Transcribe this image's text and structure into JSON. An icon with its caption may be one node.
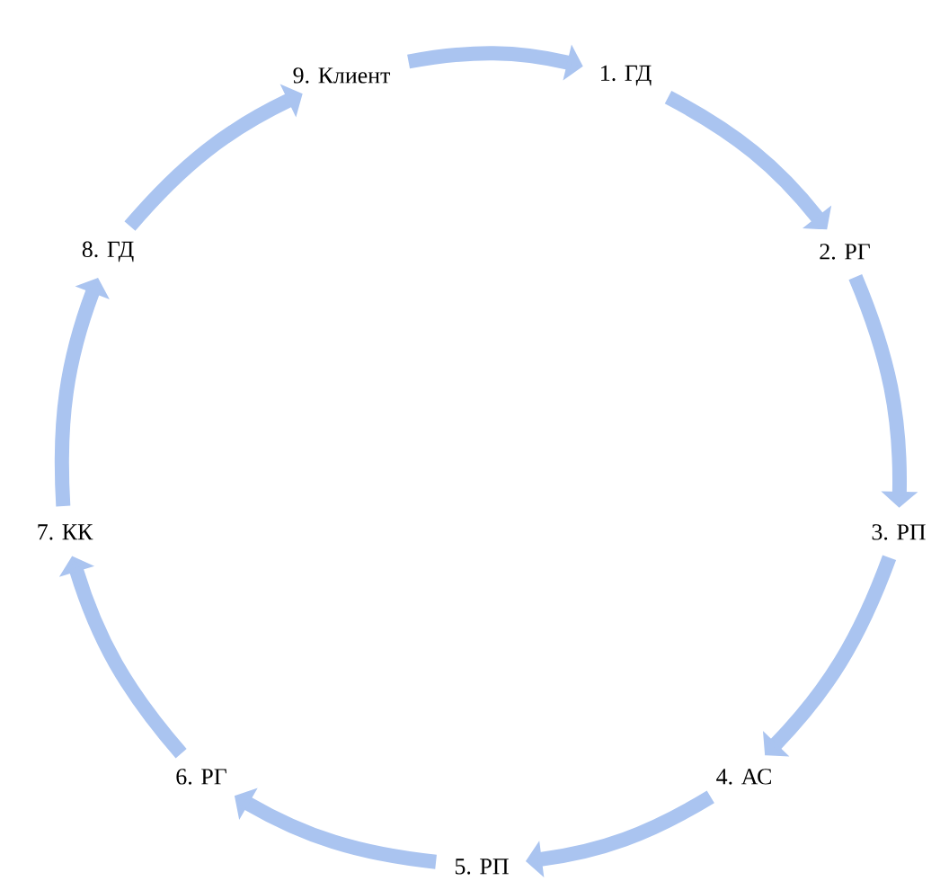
{
  "diagram": {
    "nodes": [
      {
        "text": [
          "9. Клиент"
        ]
      },
      {
        "text": [
          "1. ГД"
        ]
      },
      {
        "text": [
          "8. ГД"
        ]
      },
      {
        "text": [
          "2. РГ"
        ]
      },
      {
        "text": [
          "7. КК"
        ]
      },
      {
        "text": [
          "3. РП"
        ]
      },
      {
        "text": [
          "6. РГ"
        ]
      },
      {
        "text": [
          "4. АС"
        ]
      },
      {
        "text": [
          "5. РП"
        ]
      }
    ],
    "edges": [
      {
        "from": 0,
        "to": 1,
        "arrow": "to"
      },
      {
        "from": 1,
        "to": 3,
        "arrow": "to"
      },
      {
        "from": 3,
        "to": 5,
        "arrow": "to"
      },
      {
        "from": 5,
        "to": 7,
        "arrow": "to"
      },
      {
        "from": 7,
        "to": 8,
        "arrow": "to"
      },
      {
        "from": 8,
        "to": 6,
        "arrow": "to"
      },
      {
        "from": 6,
        "to": 4,
        "arrow": "to"
      },
      {
        "from": 4,
        "to": 2,
        "arrow": "to"
      },
      {
        "from": 2,
        "to": 0,
        "arrow": "to"
      }
    ]
  }
}
